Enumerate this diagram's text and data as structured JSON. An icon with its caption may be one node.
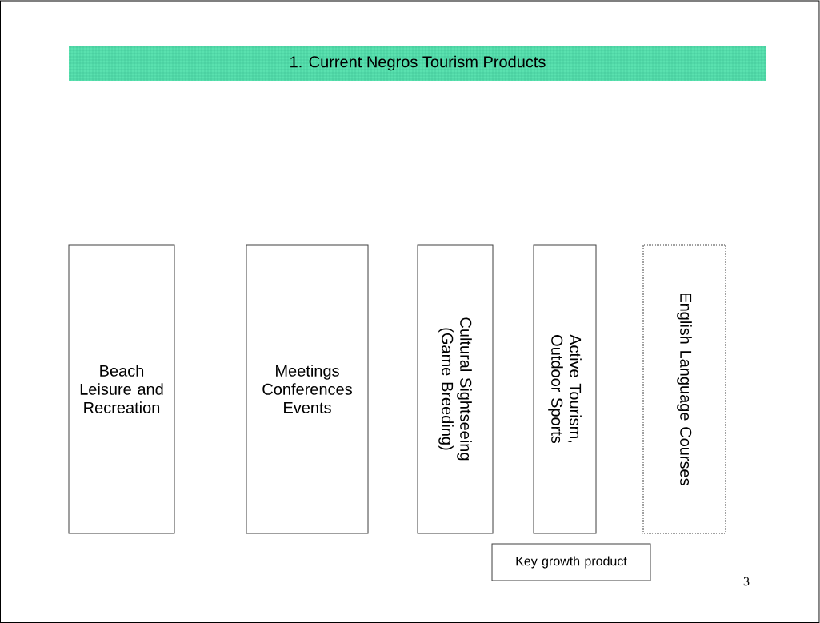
{
  "diagram": {
    "title": "1. Current Negros Tourism Products",
    "nodes": [
      {
        "text": [
          "Beach Leisure and Recreation"
        ]
      },
      {
        "text": [
          "Meetings Conferences Events"
        ]
      },
      {
        "text": [
          "Cultural Sightseeing (Game Breeding)"
        ]
      },
      {
        "text": [
          "Active Tourism, Outdoor Sports"
        ]
      },
      {
        "text": [
          "English Language Courses"
        ]
      },
      {
        "text": [
          "Key growth product"
        ]
      }
    ],
    "labels": [
      "3"
    ]
  }
}
